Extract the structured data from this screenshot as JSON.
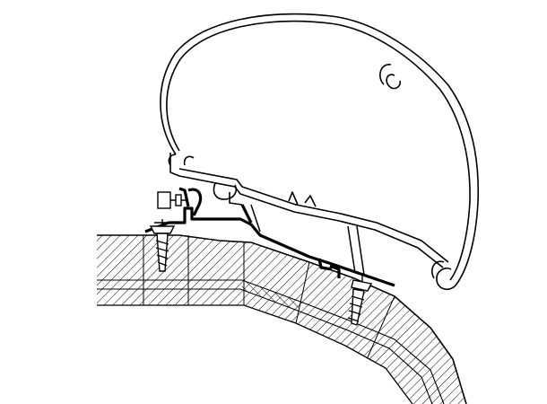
{
  "diagram": {
    "description_visible_text": "",
    "colors": {
      "background": "#ffffff",
      "line": "#000000",
      "hatch": "#000000"
    },
    "parts": [
      "awning-housing",
      "roof-section",
      "mounting-adapter-bracket",
      "mounting-bolt",
      "screw-left",
      "screw-right"
    ]
  }
}
